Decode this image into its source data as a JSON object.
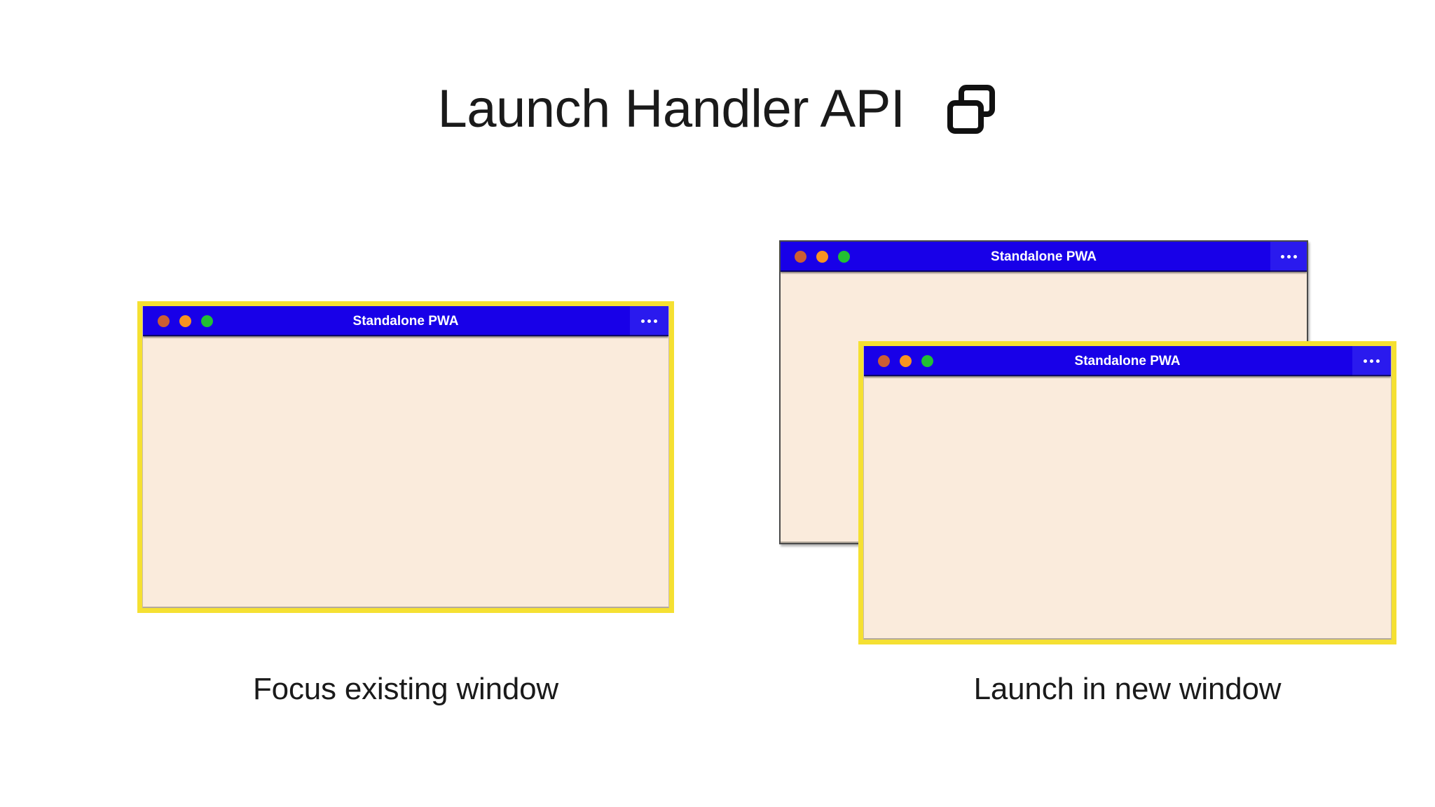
{
  "page": {
    "background_color": "#ffffff"
  },
  "header": {
    "title": "Launch Handler API",
    "icon": "multiple-windows-icon"
  },
  "theme": {
    "titlebar_blue": "#1800e8",
    "titlebar_menu_blue": "#2a1aee",
    "window_body_cream": "#faebdc",
    "highlight_yellow": "#f5e032",
    "plain_border_gray": "#4a4a4a",
    "dot_close": "#cc5e33",
    "dot_minimize": "#f89320",
    "dot_zoom": "#22c033",
    "text_dark": "#1a1a1a",
    "titlebar_text": "#ffffff"
  },
  "scenarios": [
    {
      "id": "focus-existing-window",
      "caption": "Focus existing window",
      "windows": [
        {
          "id": "window-focus",
          "title": "Standalone PWA",
          "highlighted": true,
          "menu_label": "…",
          "traffic_lights": [
            "close",
            "minimize",
            "zoom"
          ]
        }
      ]
    },
    {
      "id": "launch-in-new-window",
      "caption": "Launch in new window",
      "windows": [
        {
          "id": "window-back",
          "title": "Standalone PWA",
          "highlighted": false,
          "menu_label": "…",
          "traffic_lights": [
            "close",
            "minimize",
            "zoom"
          ]
        },
        {
          "id": "window-front",
          "title": "Standalone PWA",
          "highlighted": true,
          "menu_label": "…",
          "traffic_lights": [
            "close",
            "minimize",
            "zoom"
          ]
        }
      ]
    }
  ]
}
